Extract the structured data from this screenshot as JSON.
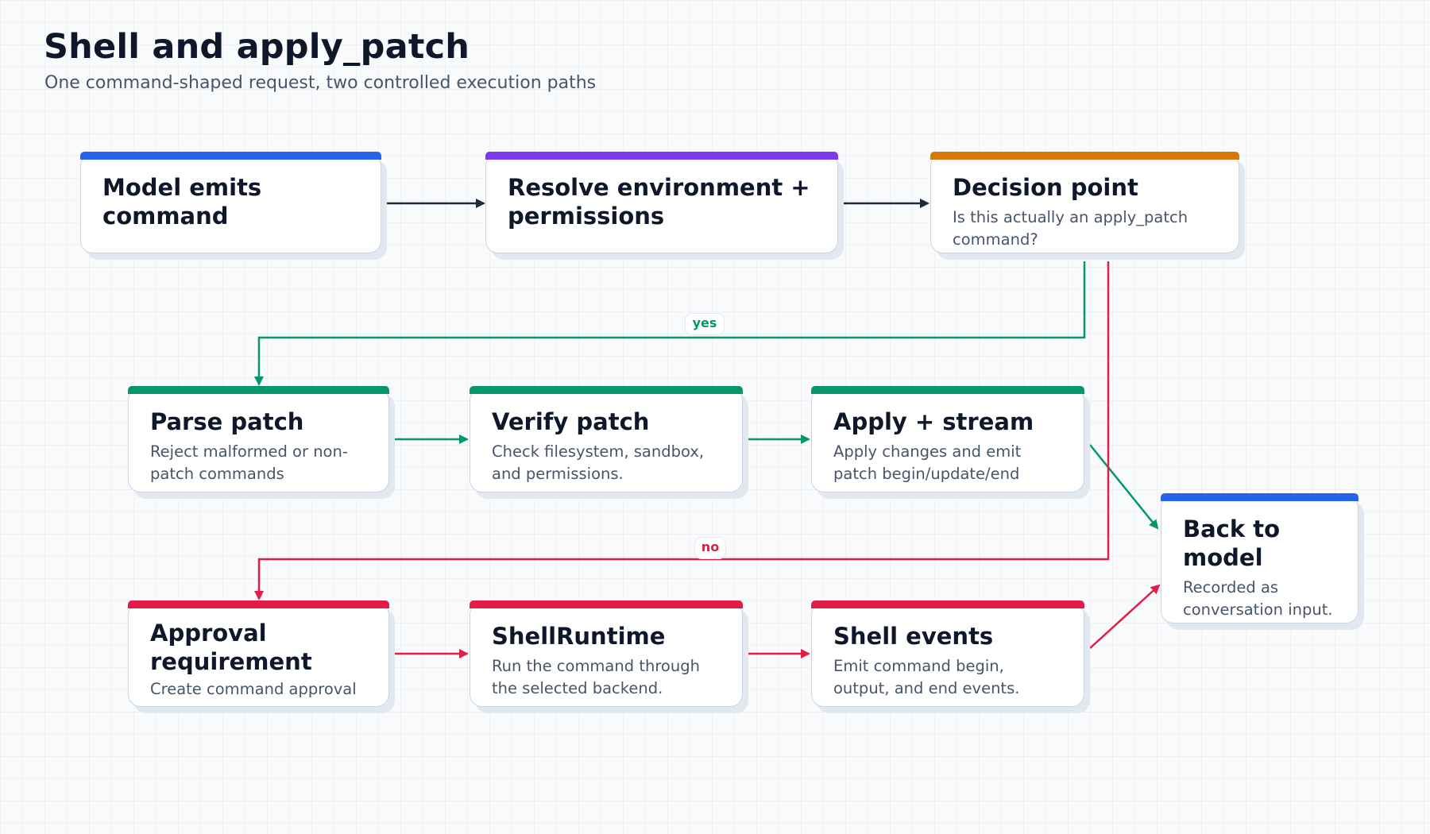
{
  "header": {
    "title": "Shell and apply_patch",
    "subtitle": "One command-shaped request, two controlled execution paths"
  },
  "colors": {
    "blue": "#2563eb",
    "purple": "#7c3aed",
    "orange": "#d97706",
    "green": "#059669",
    "red": "#e11d48",
    "dark": "#1e293b"
  },
  "nodes": {
    "model_emits": {
      "title": "Model emits command",
      "desc": ""
    },
    "resolve_env": {
      "title": "Resolve environment + permissions",
      "desc": ""
    },
    "decision": {
      "title": "Decision point",
      "desc": "Is this actually an apply_patch command?"
    },
    "parse_patch": {
      "title": "Parse patch",
      "desc": "Reject malformed or non-patch commands"
    },
    "verify_patch": {
      "title": "Verify patch",
      "desc": "Check filesystem, sandbox, and permissions."
    },
    "apply_stream": {
      "title": "Apply + stream",
      "desc": "Apply changes and emit patch begin/update/end"
    },
    "back_to_model": {
      "title": "Back to model",
      "desc": "Recorded as conversation input."
    },
    "approval": {
      "title": "Approval requirement",
      "desc": "Create command approval"
    },
    "shell_runtime": {
      "title": "ShellRuntime",
      "desc": "Run the command through the selected backend."
    },
    "shell_events": {
      "title": "Shell events",
      "desc": "Emit command begin, output, and end events."
    }
  },
  "edge_labels": {
    "yes": "yes",
    "no": "no"
  }
}
